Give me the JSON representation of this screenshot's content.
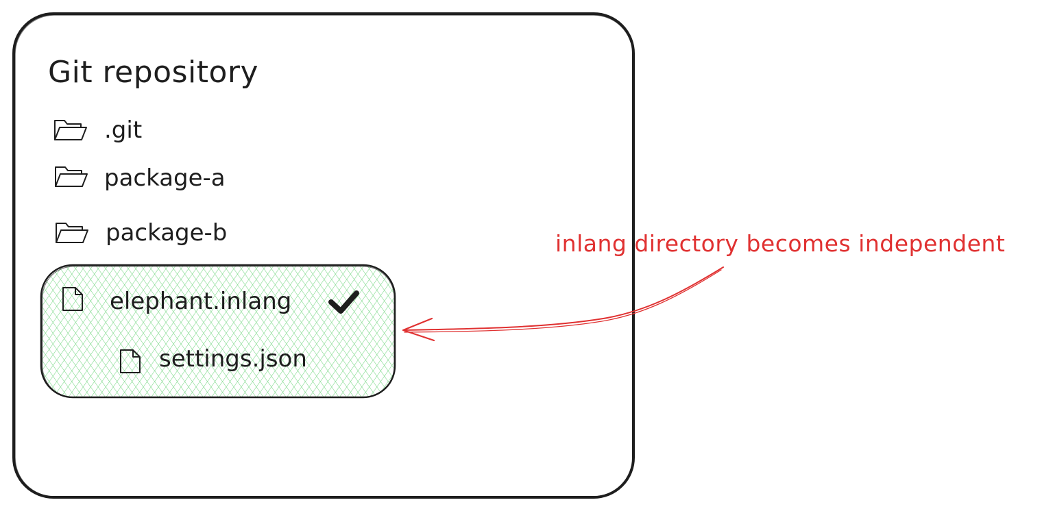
{
  "title": "Git repository",
  "items": {
    "git": ".git",
    "package_a": "package-a",
    "package_b": "package-b",
    "inlang_project": "elephant.inlang",
    "settings": "settings.json"
  },
  "annotation": "inlang directory becomes independent",
  "colors": {
    "stroke": "#1e1e1e",
    "highlight_fill": "#b2f2bb",
    "annotation": "#e03131"
  },
  "icons": {
    "git": "folder-icon",
    "package_a": "folder-icon",
    "package_b": "folder-icon",
    "inlang_project": "file-icon",
    "settings": "file-icon",
    "status": "checkmark-icon"
  }
}
